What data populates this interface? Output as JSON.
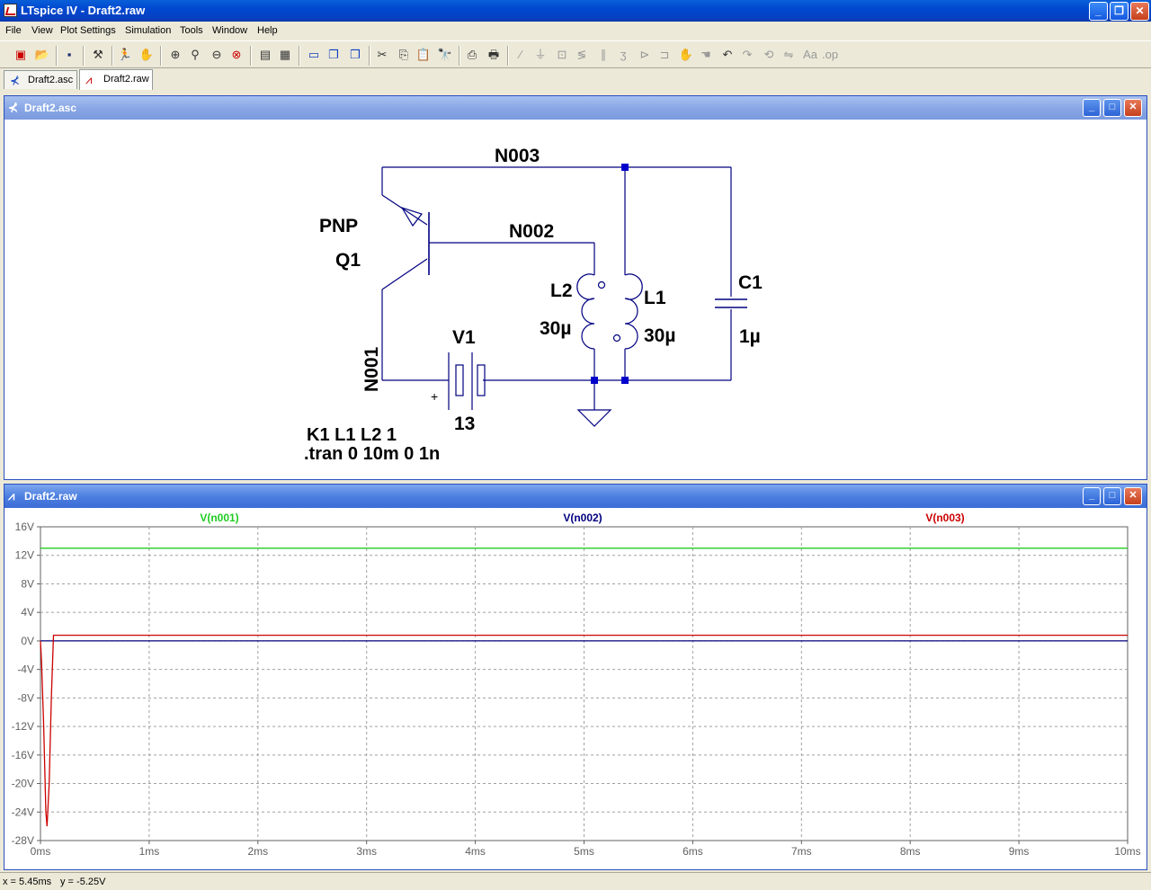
{
  "window": {
    "title": "LTspice IV - Draft2.raw"
  },
  "menu": [
    "File",
    "View",
    "Plot Settings",
    "Simulation",
    "Tools",
    "Window",
    "Help"
  ],
  "tabs": [
    {
      "label": "Draft2.asc",
      "active": false
    },
    {
      "label": "Draft2.raw",
      "active": true
    }
  ],
  "schematic": {
    "window_title": "Draft2.asc",
    "net_n003": "N003",
    "net_n002": "N002",
    "net_n001": "N001",
    "transistor_model": "PNP",
    "transistor_name": "Q1",
    "inductor_l2_name": "L2",
    "inductor_l2_value": "30µ",
    "inductor_l1_name": "L1",
    "inductor_l1_value": "30µ",
    "capacitor_name": "C1",
    "capacitor_value": "1µ",
    "source_name": "V1",
    "source_value": "13",
    "source_plus": "+",
    "directive_coupling": "K1 L1 L2 1",
    "directive_tran": ".tran 0 10m 0 1n"
  },
  "plot": {
    "window_title": "Draft2.raw",
    "colors": {
      "n001": "#22cc22",
      "n002": "#000080",
      "n003": "#cc0000",
      "grid": "#a0a0a0",
      "axis": "#606060"
    },
    "chart_data": {
      "type": "line",
      "x_label_unit": "ms",
      "xlim": [
        0,
        10
      ],
      "ylim": [
        -28,
        16
      ],
      "x_ticks": [
        "0ms",
        "1ms",
        "2ms",
        "3ms",
        "4ms",
        "5ms",
        "6ms",
        "7ms",
        "8ms",
        "9ms",
        "10ms"
      ],
      "y_ticks": [
        "16V",
        "12V",
        "8V",
        "4V",
        "0V",
        "-4V",
        "-8V",
        "-12V",
        "-16V",
        "-20V",
        "-24V",
        "-28V"
      ],
      "series": [
        {
          "name": "V(n001)",
          "color": "#22cc22",
          "x": [
            0,
            10
          ],
          "y": [
            13,
            13
          ]
        },
        {
          "name": "V(n002)",
          "color": "#000080",
          "x": [
            0,
            10
          ],
          "y": [
            0,
            0
          ]
        },
        {
          "name": "V(n003)",
          "color": "#cc0000",
          "x": [
            0,
            0.01,
            0.03,
            0.05,
            0.06,
            0.08,
            0.1,
            0.12,
            0.14,
            10
          ],
          "y": [
            0,
            -3,
            -12,
            -24,
            -26,
            -20,
            -8,
            0.8,
            0.8,
            0.8
          ]
        }
      ]
    }
  },
  "status": {
    "x_readout": "x = 5.45ms",
    "y_readout": "y = -5.25V"
  }
}
